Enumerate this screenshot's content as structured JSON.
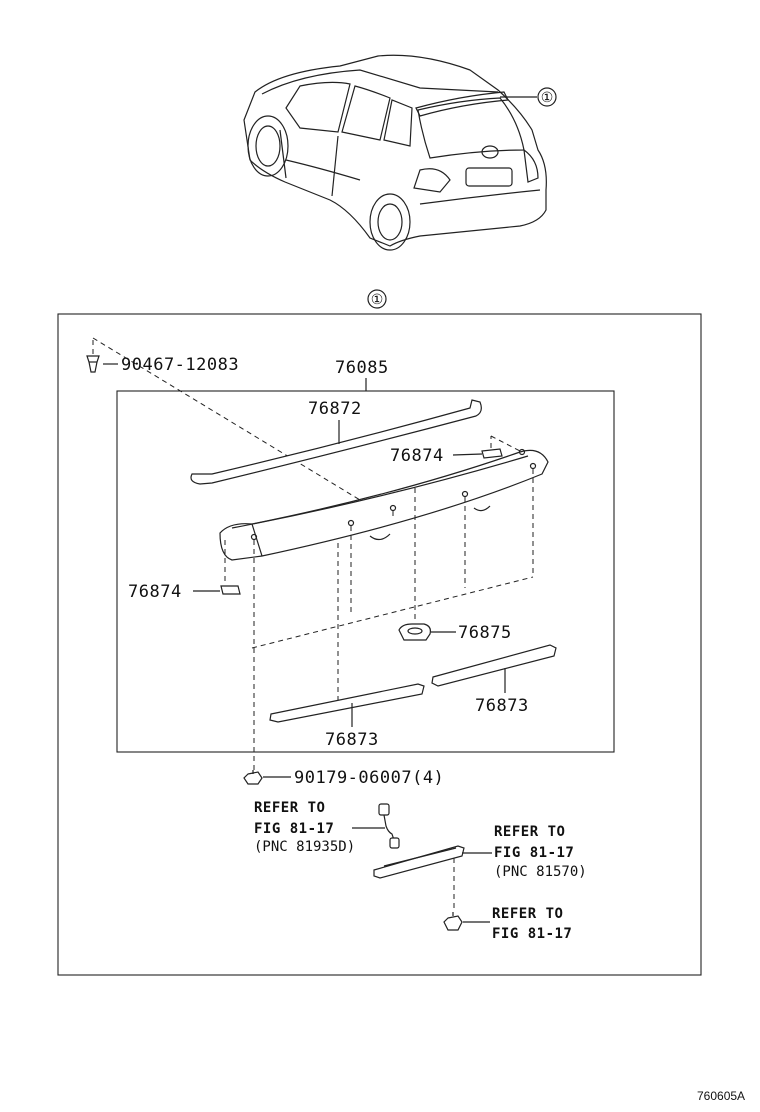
{
  "callout_symbol": "①",
  "callouts": {
    "car": "①",
    "box": "①"
  },
  "parts": {
    "clip_top": "90467-12083",
    "spoiler_assy": "76085",
    "moulding": "76872",
    "pad_right": "76874",
    "pad_left": "76874",
    "grommet": "76875",
    "cover_right": "76873",
    "cover_left": "76873",
    "nut": "90179-06007(4)"
  },
  "refer_left": {
    "line1": "REFER TO",
    "line2": "FIG 81-17",
    "line3": "(PNC 81935D)"
  },
  "refer_right": {
    "line1": "REFER TO",
    "line2": "FIG 81-17",
    "line3": "(PNC 81570)"
  },
  "refer_bottom": {
    "line1": "REFER TO",
    "line2": "FIG 81-17"
  },
  "figure_id": "760605A"
}
